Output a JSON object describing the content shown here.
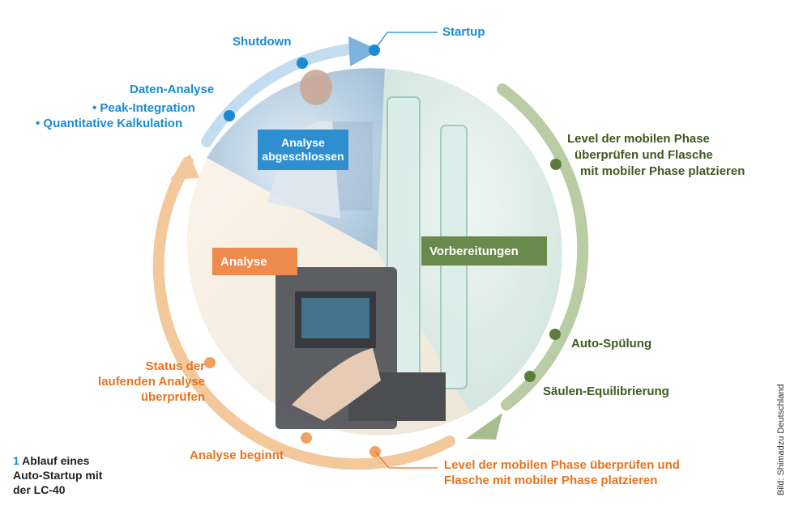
{
  "labels": {
    "startup": "Startup",
    "shutdown": "Shutdown",
    "daten_analyse": "Daten-Analyse",
    "peak_integration": "• Peak-Integration",
    "quant_kalkulation": "• Quantitative Kalkulation",
    "level_top": [
      "Level der mobilen Phase",
      "überprüfen und Flasche",
      "mit mobiler Phase platzieren"
    ],
    "auto_spuelung": "Auto-Spülung",
    "saeulen": "Säulen-Equilibrierung",
    "level_bottom": [
      "Level der mobilen Phase überprüfen und",
      "Flasche mit mobiler Phase platzieren"
    ],
    "analyse_beginnt": "Analyse beginnt",
    "status": [
      "Status der",
      "laufenden Analyse",
      "überprüfen"
    ]
  },
  "phases": {
    "analyse_abgeschlossen": [
      "Analyse",
      "abgeschlossen"
    ],
    "vorbereitungen": "Vorbereitungen",
    "analyse": "Analyse"
  },
  "caption": {
    "number": "1",
    "text": [
      "Ablauf eines",
      "Auto-Startup mit",
      "der LC-40"
    ]
  },
  "credit": "Bild: Shimadzu Deutschland",
  "colors": {
    "blue": "#1a8bd2",
    "green": "#3d5a1f",
    "orange": "#e8731e",
    "green_box": "#6a8a4d",
    "blue_box": "#2e8fd0",
    "orange_box": "#ee8a4c"
  }
}
